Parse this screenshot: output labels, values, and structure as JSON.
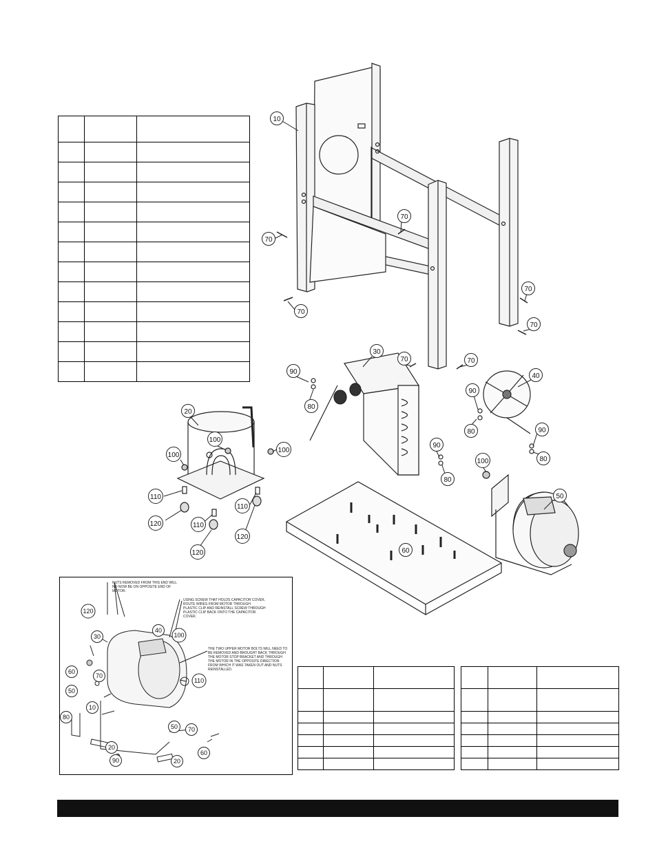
{
  "main_callouts": [
    {
      "label": "10"
    },
    {
      "label": "70"
    },
    {
      "label": "70"
    },
    {
      "label": "70"
    },
    {
      "label": "70"
    },
    {
      "label": "70"
    },
    {
      "label": "70"
    },
    {
      "label": "70"
    },
    {
      "label": "30"
    },
    {
      "label": "90"
    },
    {
      "label": "80"
    },
    {
      "label": "40"
    },
    {
      "label": "90"
    },
    {
      "label": "80"
    },
    {
      "label": "90"
    },
    {
      "label": "80"
    },
    {
      "label": "20"
    },
    {
      "label": "100"
    },
    {
      "label": "100"
    },
    {
      "label": "100"
    },
    {
      "label": "90"
    },
    {
      "label": "80"
    },
    {
      "label": "100"
    },
    {
      "label": "50"
    },
    {
      "label": "110"
    },
    {
      "label": "110"
    },
    {
      "label": "110"
    },
    {
      "label": "120"
    },
    {
      "label": "120"
    },
    {
      "label": "120"
    },
    {
      "label": "60"
    }
  ],
  "inset_callouts": [
    {
      "label": "120"
    },
    {
      "label": "30"
    },
    {
      "label": "40"
    },
    {
      "label": "100"
    },
    {
      "label": "60"
    },
    {
      "label": "70"
    },
    {
      "label": "50"
    },
    {
      "label": "110"
    },
    {
      "label": "10"
    },
    {
      "label": "80"
    },
    {
      "label": "50"
    },
    {
      "label": "70"
    },
    {
      "label": "60"
    },
    {
      "label": "20"
    },
    {
      "label": "90"
    },
    {
      "label": "20"
    }
  ],
  "inset_notes": {
    "note1": "NUTS REMOVED FROM THIS END WILL NO NOW BE ON OPPOSITE END OF MOTOR.",
    "note2": "USING SCREW THAT HOLDS CAPACITOR COVER, ROUTE WIRES FROM MOTOR THROUGH PLASTIC CLIP AND REINSTALL SCREW THROUGH PLASTIC CLIP BACK ONTO THE CAPACITOR COVER.",
    "note3": "THE TWO UPPER MOTOR BOLTS WILL NEED TO BE REMOVED AND BROUGHT BACK THROUGH THE MOTOR STOP BRACKET AND THROUGH THE MOTOR IN THE OPPOSITE DIRECTION FROM WHICH IT WAS TAKEN OUT AND NUTS REINSTALLED."
  }
}
